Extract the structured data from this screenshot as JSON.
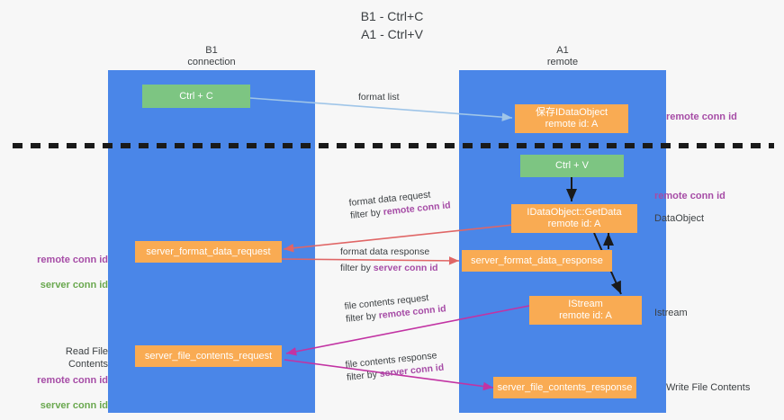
{
  "title": "B1 - Ctrl+C\nA1 - Ctrl+V",
  "lanes": [
    {
      "name": "b1",
      "title": "B1\nconnection"
    },
    {
      "name": "a1",
      "title": "A1\nremote"
    }
  ],
  "colors": {
    "lane": "#4a86e8",
    "orange": "#f9ab53",
    "green": "#7dc582",
    "purple": "#a64ca6",
    "green_text": "#6aa84f",
    "magenta": "#c233a3",
    "blue_arrow": "#9fc5e8",
    "red_arrow": "#e06666",
    "black_arrow": "#1a1a1a",
    "divider": "#1a1a1a",
    "background": "#f7f7f7"
  },
  "boxes": {
    "ctrl_c": "Ctrl + C",
    "ctrl_v": "Ctrl + V",
    "store_dataobject": "保存IDataObject\nremote id: A",
    "getdata": "IDataObject::GetData\nremote id: A",
    "istream": "IStream\nremote id: A",
    "server_format_data_request": "server_format_data_request",
    "server_format_data_response": "server_format_data_response",
    "server_file_contents_request": "server_file_contents_request",
    "server_file_contents_response": "server_file_contents_response"
  },
  "edges": [
    {
      "name": "format-list",
      "line1": "format list",
      "line2": ""
    },
    {
      "name": "format-data-request",
      "line1": "format data request",
      "line2_prefix": "filter by ",
      "line2_hi": "remote conn id"
    },
    {
      "name": "format-data-response",
      "line1": "format data response",
      "line2_prefix": "filter by ",
      "line2_hi": "server conn id"
    },
    {
      "name": "file-contents-request",
      "line1": "file contents request",
      "line2_prefix": "filter by ",
      "line2_hi": "remote conn id"
    },
    {
      "name": "file-contents-response",
      "line1": "file contents response",
      "line2_prefix": "filter by ",
      "line2_hi": "server conn id"
    }
  ],
  "annotations": {
    "right_remote_conn_id_top": "remote conn id",
    "right_remote_conn_id_mid": "remote conn id",
    "right_dataobject": "DataObject",
    "right_istream": "Istream",
    "right_write_file_contents": "Write File Contents",
    "left_remote_conn_id": "remote conn id",
    "left_server_conn_id": "server conn id",
    "left_read_file_contents": "Read File Contents",
    "left_remote_conn_id_2": "remote conn id",
    "left_server_conn_id_2": "server conn id"
  }
}
